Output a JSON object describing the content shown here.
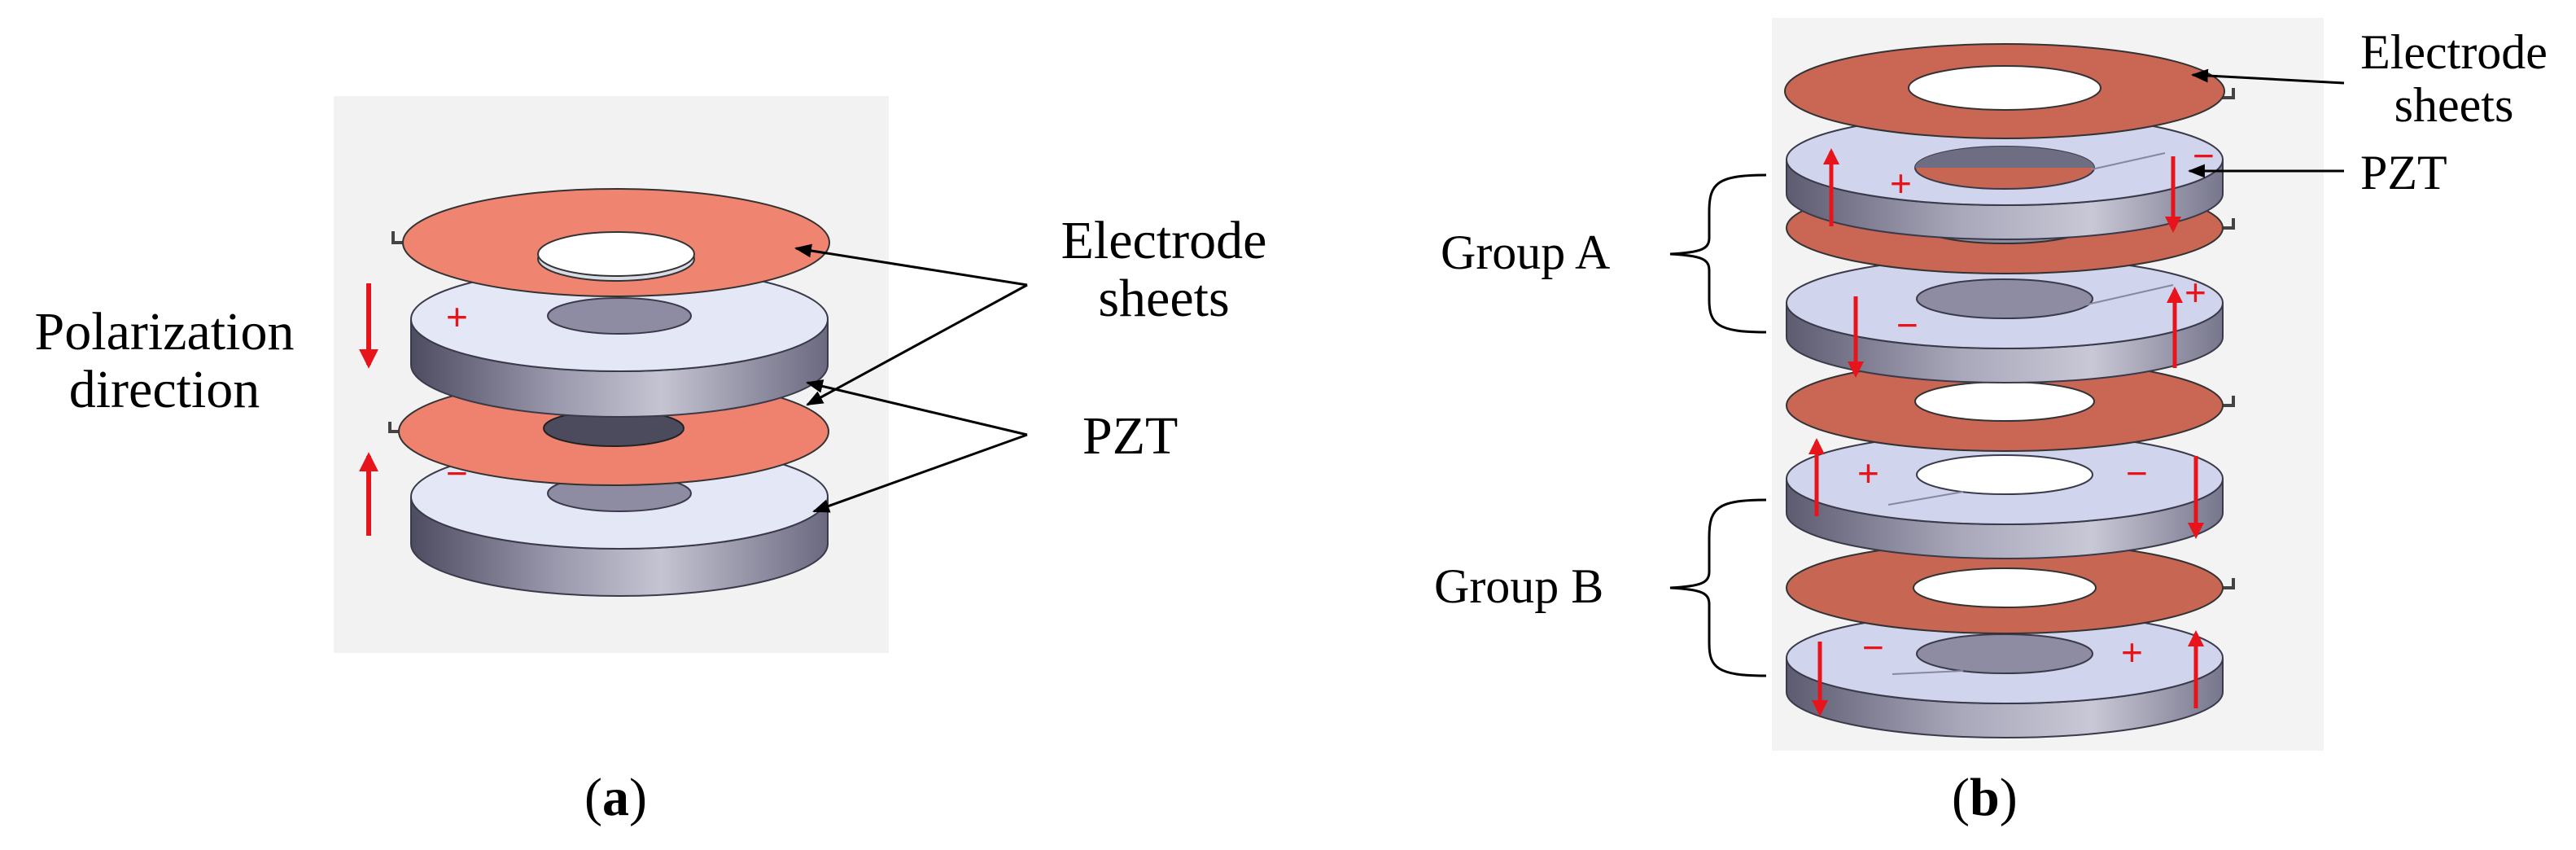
{
  "panel_a": {
    "label_polarization": [
      "Polarization",
      "direction"
    ],
    "label_electrode": [
      "Electrode",
      "sheets"
    ],
    "label_pzt": "PZT",
    "signs": {
      "top": "+",
      "bottom": "−"
    },
    "caption": {
      "open": "(",
      "letter": "a",
      "close": ")"
    }
  },
  "panel_b": {
    "label_electrode": [
      "Electrode",
      "sheets"
    ],
    "label_pzt": "PZT",
    "group_a": "Group A",
    "group_b": "Group B",
    "signs": {
      "r1_left": "+",
      "r1_right": "−",
      "r2_left": "−",
      "r2_right": "+",
      "r3_left": "+",
      "r3_right": "−",
      "r4_left": "−",
      "r4_right": "+"
    },
    "caption": {
      "open": "(",
      "letter": "b",
      "close": ")"
    }
  },
  "colors": {
    "electrode_a": "#ef8470",
    "electrode_b": "#c96654",
    "pzt_face": "#e2e6f5",
    "pzt_side": "#6e6d82",
    "polarization_arrow": "#e8141b"
  }
}
